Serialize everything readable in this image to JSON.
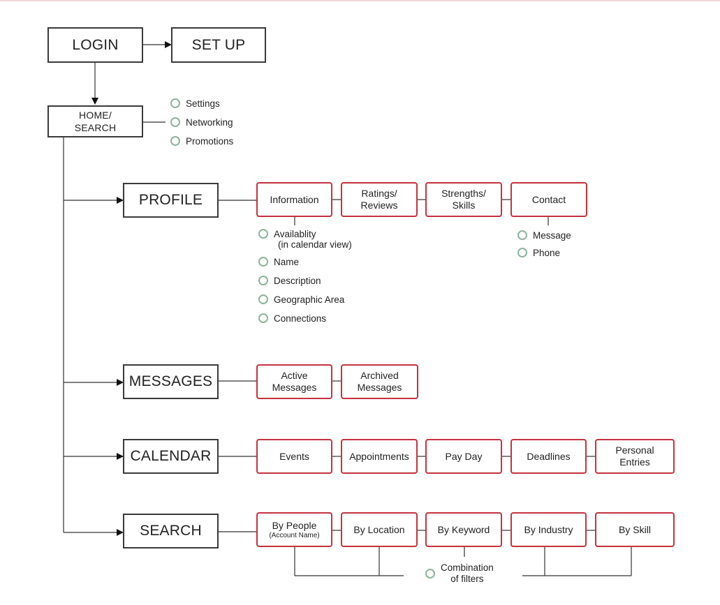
{
  "top": {
    "login": "LOGIN",
    "setup": "SET UP",
    "home_line1": "HOME/",
    "home_line2": "SEARCH",
    "home_options": [
      "Settings",
      "Networking",
      "Promotions"
    ]
  },
  "profile": {
    "title": "PROFILE",
    "information": "Information",
    "ratings_line1": "Ratings/",
    "ratings_line2": "Reviews",
    "strengths_line1": "Strengths/",
    "strengths_line2": "Skills",
    "contact": "Contact",
    "info_options": {
      "availability_line1": "Availablity",
      "availability_line2": "(in calendar view)",
      "name": "Name",
      "description": "Description",
      "geographic": "Geographic Area",
      "connections": "Connections"
    },
    "contact_options": [
      "Message",
      "Phone"
    ]
  },
  "messages": {
    "title": "MESSAGES",
    "active_line1": "Active",
    "active_line2": "Messages",
    "archived_line1": "Archived",
    "archived_line2": "Messages"
  },
  "calendar": {
    "title": "CALENDAR",
    "events": "Events",
    "appointments": "Appointments",
    "payday": "Pay Day",
    "deadlines": "Deadlines",
    "personal_line1": "Personal",
    "personal_line2": "Entries"
  },
  "search": {
    "title": "SEARCH",
    "by_people": "By People",
    "account_name": "(Account Name)",
    "by_location": "By Location",
    "by_keyword": "By Keyword",
    "by_industry": "By Industry",
    "by_skill": "By Skill",
    "combination_line1": "Combination",
    "combination_line2": "of filters"
  },
  "colors": {
    "main_border": "#3a3a3a",
    "sub_border": "#c4323f",
    "option_circle": "#8fb39a"
  }
}
